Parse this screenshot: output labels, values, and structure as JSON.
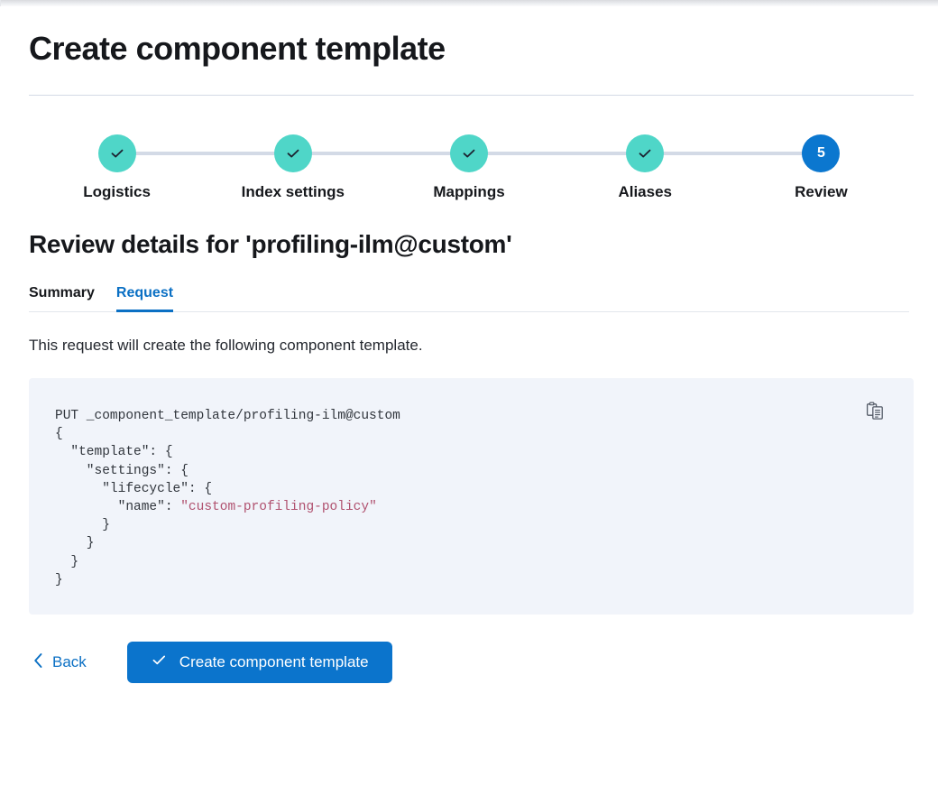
{
  "page": {
    "title": "Create component template"
  },
  "stepper": {
    "steps": [
      {
        "label": "Logistics",
        "state": "complete",
        "indicator": "check"
      },
      {
        "label": "Index settings",
        "state": "complete",
        "indicator": "check"
      },
      {
        "label": "Mappings",
        "state": "complete",
        "indicator": "check"
      },
      {
        "label": "Aliases",
        "state": "complete",
        "indicator": "check"
      },
      {
        "label": "Review",
        "state": "current",
        "indicator": "5"
      }
    ],
    "complete_color": "#4fd6c8",
    "current_color": "#0b77cf",
    "connector_color": "#d3dae6"
  },
  "review": {
    "heading": "Review details for 'profiling-ilm@custom'",
    "tabs": [
      {
        "label": "Summary",
        "active": false
      },
      {
        "label": "Request",
        "active": true
      }
    ],
    "description": "This request will create the following component template.",
    "code": {
      "method_line": "PUT _component_template/profiling-ilm@custom",
      "line_open_brace": "{",
      "line_template": "  \"template\": {",
      "line_settings": "    \"settings\": {",
      "line_lifecycle": "      \"lifecycle\": {",
      "line_name_key": "        \"name\": ",
      "line_name_value": "\"custom-profiling-policy\"",
      "line_close_1": "      }",
      "line_close_2": "    }",
      "line_close_3": "  }",
      "line_close_4": "}",
      "string_color": "#b0516f",
      "background_color": "#f1f4fa"
    },
    "copy_icon": "copy-clipboard-icon"
  },
  "actions": {
    "back_label": "Back",
    "back_icon": "chevron-left-icon",
    "submit_label": "Create component template",
    "submit_icon": "check-icon",
    "submit_color": "#0b74cc"
  }
}
